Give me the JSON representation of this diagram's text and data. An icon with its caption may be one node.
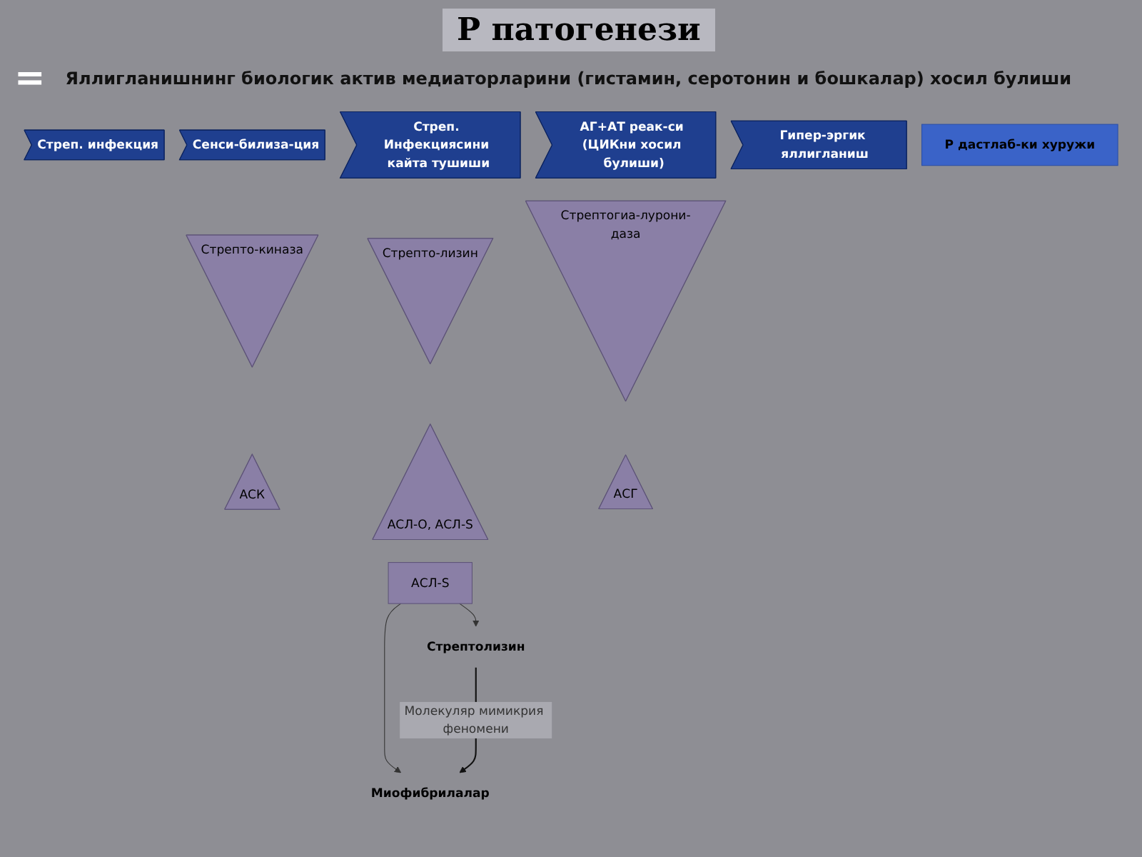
{
  "diagram": {
    "title": "Р патогенези",
    "nodes": [
      {
        "text": [
          "Стреп. инфекция"
        ]
      },
      {
        "text": [
          "Сенси-билиза-ция"
        ]
      },
      {
        "text": [
          "Стреп. Инфекциясини кайта тушиши"
        ]
      },
      {
        "text": [
          "АГ+АТ реак-си (ЦИКни хосил булиши)"
        ]
      },
      {
        "text": [
          "Гипер-эргик яллигланиш"
        ]
      },
      {
        "text": [
          "Р дастлаб-ки хуружи"
        ]
      },
      {
        "text": [
          "Стрепто-киназа"
        ]
      },
      {
        "text": [
          "АСК"
        ]
      },
      {
        "text": [
          "Стрепто-лизин"
        ]
      },
      {
        "text": [
          "АСЛ-О, АСЛ-S"
        ]
      },
      {
        "text": [
          "Стрептогиа-лурони-даза"
        ]
      },
      {
        "text": [
          "АСГ"
        ]
      },
      {
        "text": [
          "Стрептолизин"
        ]
      },
      {
        "text": [
          "АСЛ-S"
        ]
      },
      {
        "text": [
          "Миофибрилалар"
        ]
      }
    ],
    "edges": [
      {
        "from": 13,
        "to": 12,
        "arrow": "to"
      },
      {
        "from": 13,
        "to": 14,
        "arrow": "to"
      },
      {
        "from": 12,
        "to": 14,
        "arrow": "to",
        "label": "Молекуляр мимикрия феномени",
        "color": "#111111"
      }
    ],
    "labels": [
      "=",
      "Яллигланишнинг биологик актив медиаторларини (гистамин, серотонин и бошкалар) хосил булиши"
    ]
  }
}
